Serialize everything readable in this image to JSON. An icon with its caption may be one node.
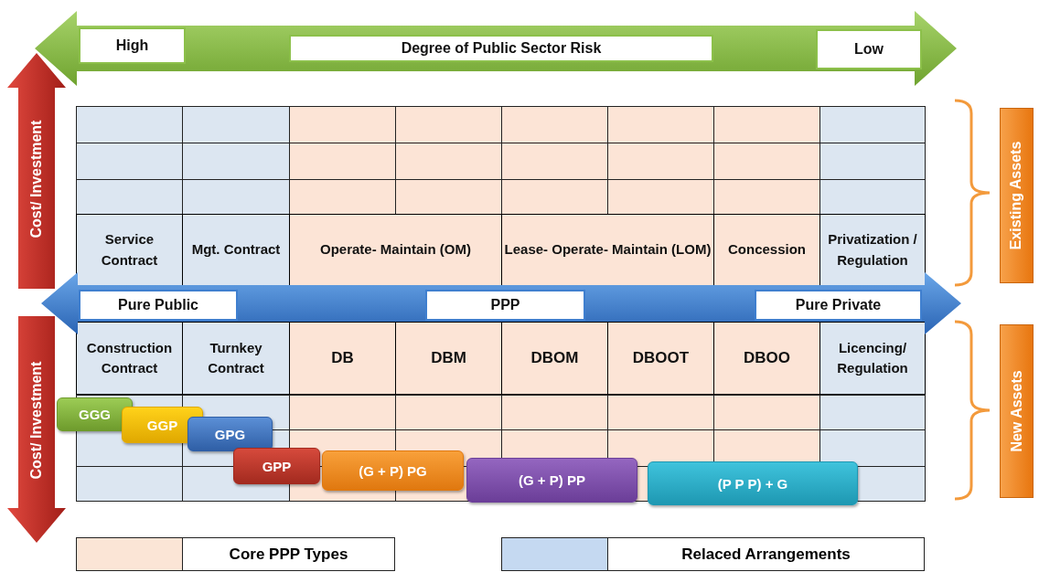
{
  "diagram": {
    "nodes": [
      {
        "text": [
          "High"
        ]
      },
      {
        "text": [
          "Degree of Public Sector Risk"
        ]
      },
      {
        "text": [
          "Low"
        ]
      },
      {
        "text": [
          "Existing Assets"
        ]
      },
      {
        "text": [
          "Pure Public"
        ]
      },
      {
        "text": [
          "PPP"
        ]
      },
      {
        "text": [
          "Pure Private"
        ]
      },
      {
        "text": [
          "New Assets"
        ]
      },
      {
        "text": [
          "GGG"
        ]
      },
      {
        "text": [
          "GGP"
        ]
      },
      {
        "text": [
          "GPG"
        ]
      },
      {
        "text": [
          "GPP"
        ]
      },
      {
        "text": [
          "(G + P) PG"
        ]
      },
      {
        "text": [
          "(G + P) PP"
        ]
      },
      {
        "text": [
          "(P P P) + G"
        ]
      }
    ],
    "labels": [
      "Cost/ Investment",
      "Service Contract",
      "Mgt. Contract",
      "Operate- Maintain (OM)",
      "Lease- Operate- Maintain (LOM)",
      "Concession",
      "Privatization / Regulation",
      "Construction Contract",
      "Turnkey Contract",
      "DB",
      "DBM",
      "DBOM",
      "DBOOT",
      "DBOO",
      "Licencing/ Regulation",
      "Cost/ Investment"
    ],
    "legend": [
      {
        "text": "Core PPP Types",
        "color": "#fbe5d6"
      },
      {
        "text": "Relaced Arrangements",
        "color": "#c5d9f1"
      }
    ]
  }
}
